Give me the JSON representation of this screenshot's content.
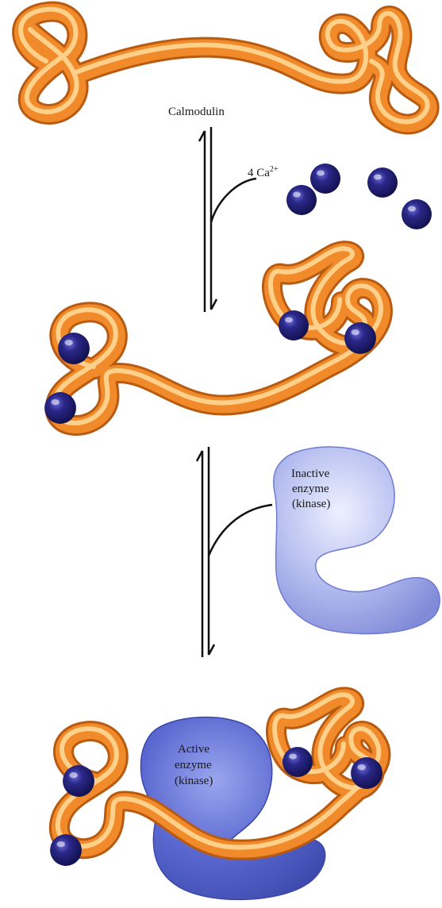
{
  "labels": {
    "calmodulin": "Calmodulin",
    "calcium_count": "4 Ca",
    "calcium_charge": "2+",
    "inactive_line1": "Inactive",
    "inactive_line2": "enzyme",
    "inactive_line3": "(kinase)",
    "active_line1": "Active",
    "active_line2": "enzyme",
    "active_line3": "(kinase)"
  },
  "colors": {
    "ribbon": "#f08a2a",
    "ribbon_highlight": "#ffd08a",
    "calcium_ion": "#1c1a6a",
    "inactive_enzyme": "#aab4ec",
    "active_enzyme": "#5a6ad2",
    "arrow": "#111111"
  }
}
